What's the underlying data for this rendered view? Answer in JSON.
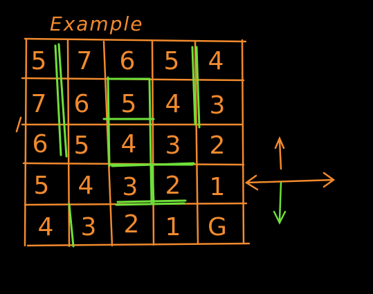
{
  "title": "Example",
  "colors": {
    "background": "#000000",
    "ink": "#f28a2e",
    "highlight": "#6fe03a"
  },
  "grid": [
    [
      "5",
      "7",
      "6",
      "5",
      "4"
    ],
    [
      "7",
      "6",
      "5",
      "4",
      "3"
    ],
    [
      "6",
      "5",
      "4",
      "3",
      "2"
    ],
    [
      "5",
      "4",
      "3",
      "2",
      "1"
    ],
    [
      "4",
      "3",
      "2",
      "1",
      "G"
    ]
  ]
}
